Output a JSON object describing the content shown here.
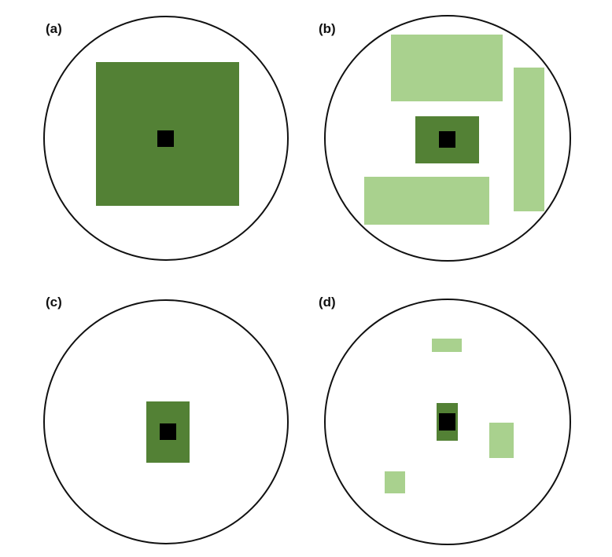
{
  "panels": [
    {
      "label": "(a)"
    },
    {
      "label": "(b)"
    },
    {
      "label": "(c)"
    },
    {
      "label": "(d)"
    }
  ],
  "colors": {
    "dark_green": "#538135",
    "light_green": "#a9d18e",
    "core": "#000000",
    "outline": "#111111"
  }
}
